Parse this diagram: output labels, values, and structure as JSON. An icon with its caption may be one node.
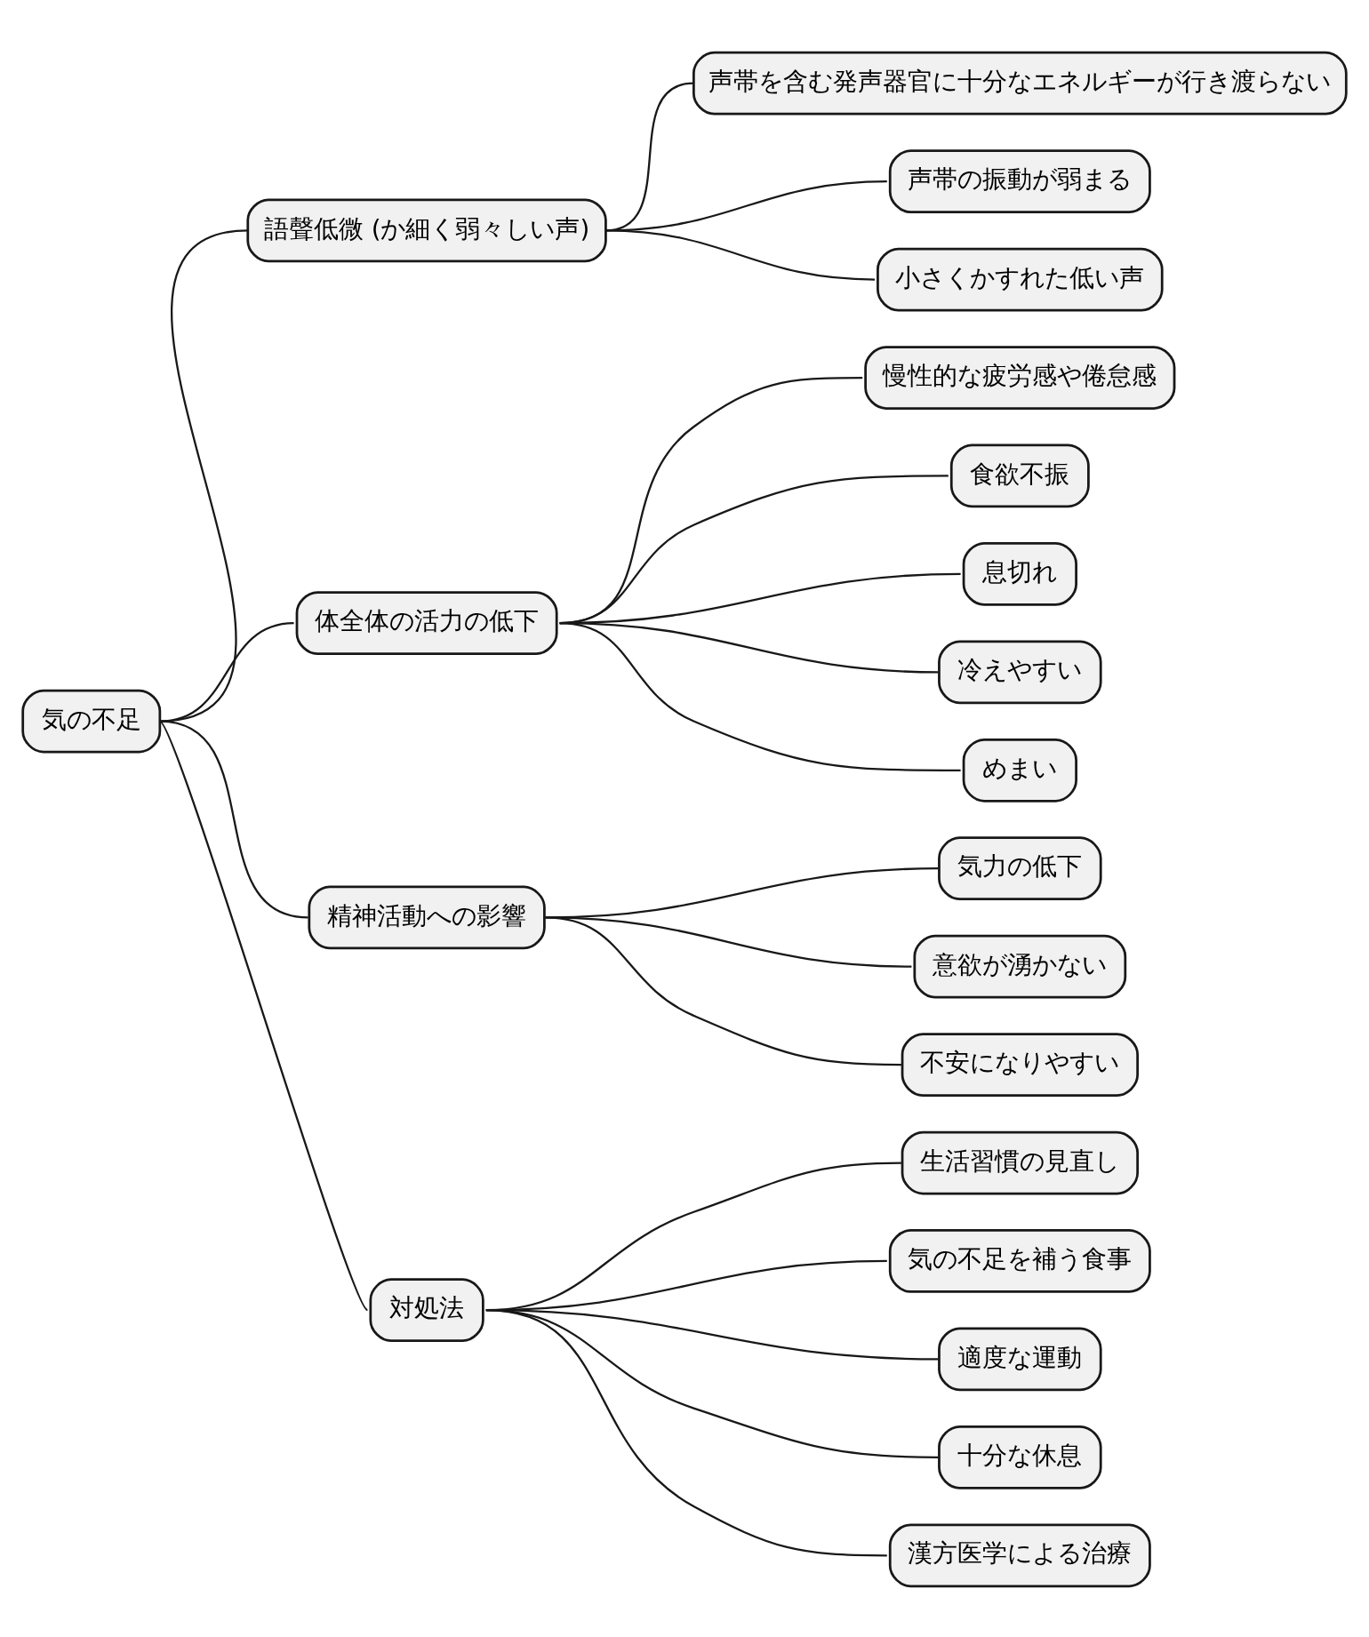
{
  "diagram": {
    "nodes": [
      {
        "text": [
          "気の不足"
        ]
      },
      {
        "text": [
          "語聲低微 (か細く弱々しい声)"
        ]
      },
      {
        "text": [
          "声帯を含む発声器官に十分なエネルギーが行き渡らない"
        ]
      },
      {
        "text": [
          "声帯の振動が弱まる"
        ]
      },
      {
        "text": [
          "小さくかすれた低い声"
        ]
      },
      {
        "text": [
          "体全体の活力の低下"
        ]
      },
      {
        "text": [
          "慢性的な疲労感や倦怠感"
        ]
      },
      {
        "text": [
          "食欲不振"
        ]
      },
      {
        "text": [
          "息切れ"
        ]
      },
      {
        "text": [
          "冷えやすい"
        ]
      },
      {
        "text": [
          "めまい"
        ]
      },
      {
        "text": [
          "精神活動への影響"
        ]
      },
      {
        "text": [
          "気力の低下"
        ]
      },
      {
        "text": [
          "意欲が湧かない"
        ]
      },
      {
        "text": [
          "不安になりやすい"
        ]
      },
      {
        "text": [
          "対処法"
        ]
      },
      {
        "text": [
          "生活習慣の見直し"
        ]
      },
      {
        "text": [
          "気の不足を補う食事"
        ]
      },
      {
        "text": [
          "適度な運動"
        ]
      },
      {
        "text": [
          "十分な休息"
        ]
      },
      {
        "text": [
          "漢方医学による治療"
        ]
      }
    ],
    "edges": [
      {
        "from": 0,
        "to": 1,
        "arrow": "none"
      },
      {
        "from": 1,
        "to": 2,
        "arrow": "none"
      },
      {
        "from": 1,
        "to": 3,
        "arrow": "none"
      },
      {
        "from": 1,
        "to": 4,
        "arrow": "none"
      },
      {
        "from": 0,
        "to": 5,
        "arrow": "none"
      },
      {
        "from": 5,
        "to": 6,
        "arrow": "none"
      },
      {
        "from": 5,
        "to": 7,
        "arrow": "none"
      },
      {
        "from": 5,
        "to": 8,
        "arrow": "none"
      },
      {
        "from": 5,
        "to": 9,
        "arrow": "none"
      },
      {
        "from": 5,
        "to": 10,
        "arrow": "none"
      },
      {
        "from": 0,
        "to": 11,
        "arrow": "none"
      },
      {
        "from": 11,
        "to": 12,
        "arrow": "none"
      },
      {
        "from": 11,
        "to": 13,
        "arrow": "none"
      },
      {
        "from": 11,
        "to": 14,
        "arrow": "none"
      },
      {
        "from": 0,
        "to": 15,
        "arrow": "none"
      },
      {
        "from": 15,
        "to": 16,
        "arrow": "none"
      },
      {
        "from": 15,
        "to": 17,
        "arrow": "none"
      },
      {
        "from": 15,
        "to": 18,
        "arrow": "none"
      },
      {
        "from": 15,
        "to": 19,
        "arrow": "none"
      },
      {
        "from": 15,
        "to": 20,
        "arrow": "none"
      }
    ]
  }
}
